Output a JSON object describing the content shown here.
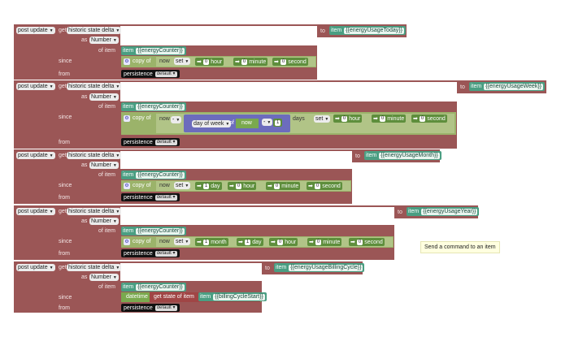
{
  "labels": {
    "post_update": "post update",
    "get": "get",
    "historic_state_delta": "historic state delta",
    "as": "as",
    "number": "Number",
    "of_item": "of item",
    "since": "since",
    "from": "from",
    "to": "to",
    "item": "item",
    "copy_of": "copy of",
    "now": "now",
    "set": "set",
    "persistence": "persistence",
    "default": "default",
    "day_of_week": "day of week",
    "of": "of",
    "minus": "-",
    "days": "days",
    "datetime": "datetime",
    "get_state_of_item": "get state of item"
  },
  "units": {
    "hour": "hour",
    "minute": "minute",
    "second": "second",
    "day": "day",
    "month": "month"
  },
  "items": {
    "counter": "{{energyCounter}}",
    "today": "{{energyUsageToday}}",
    "week": "{{energyUsageWeek}}",
    "month": "{{energyUsageMonth}}",
    "year": "{{energyUsageYear}}",
    "cycle": "{{energyUsageBillingCycle}}",
    "cycle_start": "{{billingCycleStart}}"
  },
  "numbers": {
    "zero": "0",
    "one": "1"
  },
  "tooltip": "Send a command to an item"
}
